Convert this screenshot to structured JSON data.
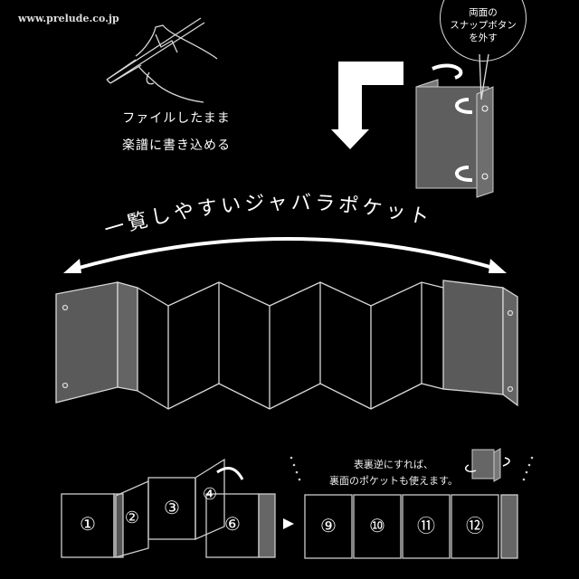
{
  "header": {
    "url": "www.prelude.co.jp"
  },
  "write_section": {
    "caption_line1": "ファイルしたまま",
    "caption_line2": "楽譜に書き込める"
  },
  "snap_section": {
    "bubble_line1": "両面の",
    "bubble_line2": "スナップボタン",
    "bubble_line3": "を外す"
  },
  "accordion_section": {
    "headline": "一覧しやすいジャバラポケット"
  },
  "reverse_section": {
    "note_line1": "表裏逆にすれば、",
    "note_line2": "裏面のポケットも使えます。"
  },
  "pockets_front": [
    "①",
    "②",
    "③",
    "④",
    "⑥"
  ],
  "pockets_back": [
    "⑨",
    "⑩",
    "⑪",
    "⑫"
  ],
  "colors": {
    "background": "#000000",
    "line": "#d8d8d8",
    "panel": "#6a6a6a"
  }
}
